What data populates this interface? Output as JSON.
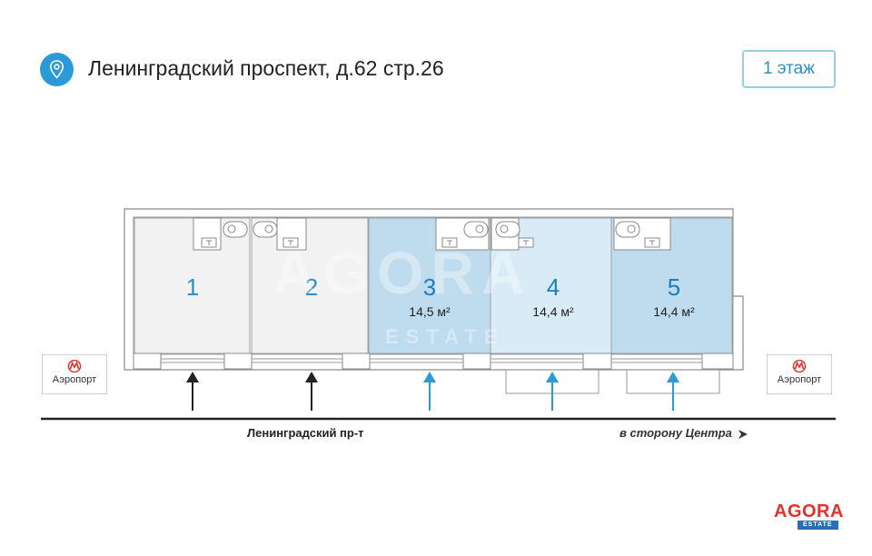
{
  "header": {
    "address": "Ленинградский проспект, д.62 стр.26",
    "pin_icon": "location-pin-icon",
    "floor_label": "1 этаж"
  },
  "units": [
    {
      "number": "1",
      "area": "",
      "highlighted": false
    },
    {
      "number": "2",
      "area": "",
      "highlighted": false
    },
    {
      "number": "3",
      "area": "14,5 м²",
      "highlighted": true
    },
    {
      "number": "4",
      "area": "14,4 м²",
      "highlighted": true
    },
    {
      "number": "5",
      "area": "14,4 м²",
      "highlighted": true
    }
  ],
  "metro": {
    "left_label": "Аэропорт",
    "right_label": "Аэропорт",
    "icon": "metro-m-icon"
  },
  "street": {
    "name": "Ленинградский пр-т",
    "direction": "в сторону Центра"
  },
  "watermark": {
    "main": "AGORA",
    "sub": "ESTATE"
  },
  "logo": {
    "main": "AGORA",
    "sub": "ESTATE"
  },
  "colors": {
    "accent": "#2a9bd8",
    "unit_gray": "#f2f2f2",
    "unit_blue": "#bfdcee",
    "unit_blue_light": "#d8ebf6",
    "entrance_gray": "#222222",
    "entrance_blue": "#2a9bd8",
    "logo_red": "#e4312b",
    "logo_blue": "#2a6fb5"
  }
}
